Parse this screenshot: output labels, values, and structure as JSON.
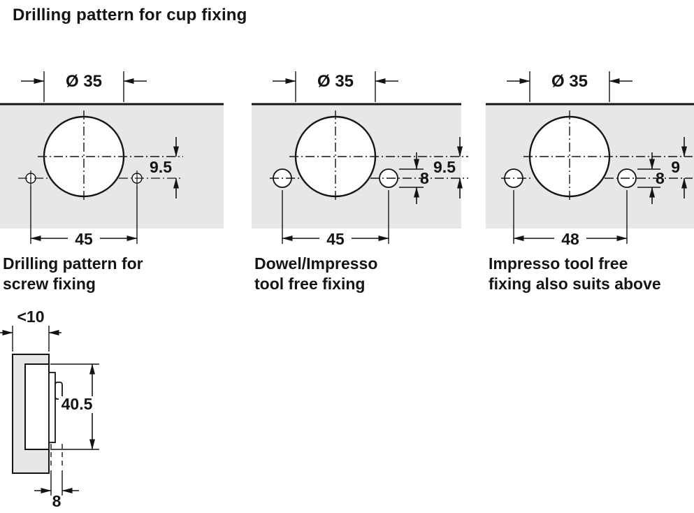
{
  "title": "Drilling pattern for cup fixing",
  "panels": [
    {
      "id": "screw-fixing",
      "diameter_label": "Ø 35",
      "offset_dim": "9.5",
      "span_dim": "45",
      "caption_line1": "Drilling pattern for",
      "caption_line2": "screw fixing"
    },
    {
      "id": "dowel-impresso",
      "diameter_label": "Ø 35",
      "hole_dim": "8",
      "offset_dim": "9.5",
      "span_dim": "45",
      "caption_line1": "Dowel/Impresso",
      "caption_line2": "tool free fixing"
    },
    {
      "id": "impresso-tool-free",
      "diameter_label": "Ø 35",
      "hole_dim": "8",
      "offset_dim": "9",
      "span_dim": "48",
      "caption_line1": "Impresso tool free",
      "caption_line2": "fixing also suits above"
    }
  ],
  "side_view": {
    "front_gap_dim": "<10",
    "cup_height_dim": "40.5",
    "dowel_dim": "8"
  },
  "colors": {
    "board_fill": "#e6e7e7",
    "line": "#141414",
    "background": "#ffffff"
  }
}
